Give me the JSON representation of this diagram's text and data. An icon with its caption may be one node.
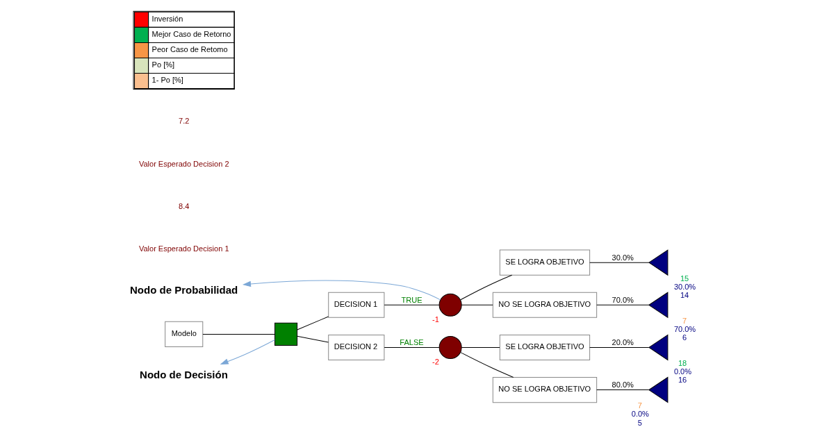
{
  "diagram": {
    "nodes": [
      {
        "text": [
          "Nodo de Probabilidad"
        ]
      },
      {
        "text": [
          "Modelo"
        ]
      },
      {
        "text": [],
        "shape": "box"
      },
      {
        "text": [
          "Nodo de Decisión"
        ]
      },
      {
        "text": [
          "DECISION 1"
        ]
      },
      {
        "text": [],
        "shape": "circle",
        "beside": [
          "-1"
        ]
      },
      {
        "text": [
          "SE LOGRA OBJETIVO"
        ]
      },
      {
        "text": [
          "NO SE LOGRA OBJETIVO"
        ]
      },
      {
        "text": [],
        "shape": "triangle",
        "beside": [
          "15",
          "30.0%",
          "14"
        ]
      },
      {
        "text": [],
        "shape": "triangle",
        "beside": [
          "7",
          "70.0%",
          "6"
        ]
      },
      {
        "text": [
          "DECISION 2"
        ]
      },
      {
        "text": [],
        "shape": "circle",
        "beside": [
          "-2"
        ]
      },
      {
        "text": [
          "SE LOGRA OBJETIVO"
        ]
      },
      {
        "text": [
          "NO SE LOGRA OBJETIVO"
        ]
      },
      {
        "text": [],
        "shape": "triangle",
        "beside": [
          "18",
          "0.0%",
          "16"
        ]
      },
      {
        "text": [],
        "shape": "triangle",
        "beside": [
          "7",
          "0.0%",
          "5"
        ]
      }
    ],
    "edges": [
      {
        "from": 1,
        "to": 2,
        "arrow": "none"
      },
      {
        "from": 2,
        "to": 4,
        "arrow": "none"
      },
      {
        "from": 2,
        "to": 10,
        "arrow": "none"
      },
      {
        "from": 4,
        "to": 5,
        "arrow": "none",
        "label": "TRUE"
      },
      {
        "from": 5,
        "to": 6,
        "arrow": "none"
      },
      {
        "from": 5,
        "to": 7,
        "arrow": "none"
      },
      {
        "from": 6,
        "to": 8,
        "arrow": "none",
        "label": "30.0%"
      },
      {
        "from": 7,
        "to": 9,
        "arrow": "none",
        "label": "70.0%"
      },
      {
        "from": 10,
        "to": 11,
        "arrow": "none",
        "label": "FALSE"
      },
      {
        "from": 11,
        "to": 12,
        "arrow": "none"
      },
      {
        "from": 11,
        "to": 13,
        "arrow": "none"
      },
      {
        "from": 12,
        "to": 14,
        "arrow": "none",
        "label": "20.0%"
      },
      {
        "from": 13,
        "to": 15,
        "arrow": "none",
        "label": "80.0%"
      },
      {
        "from": 5,
        "to": 0,
        "arrow": "to",
        "color": "#7ba7d6"
      },
      {
        "from": 2,
        "to": 3,
        "arrow": "to",
        "color": "#7ba7d6"
      }
    ],
    "labels": [
      "Valor Esperado Decision 1",
      "8.4",
      "Valor Esperado Decision 2",
      "7.2"
    ],
    "legend": [
      {
        "text": "Inversión",
        "color": "#ff0000"
      },
      {
        "text": "Mejor Caso de Retorno",
        "color": "#00b050"
      },
      {
        "text": "Peor Caso de Retomo",
        "color": "#f79646"
      },
      {
        "text": "Po [%]",
        "color": "#d8e4bc"
      },
      {
        "text": "1- Po [%]",
        "color": "#fabf8f"
      }
    ]
  }
}
